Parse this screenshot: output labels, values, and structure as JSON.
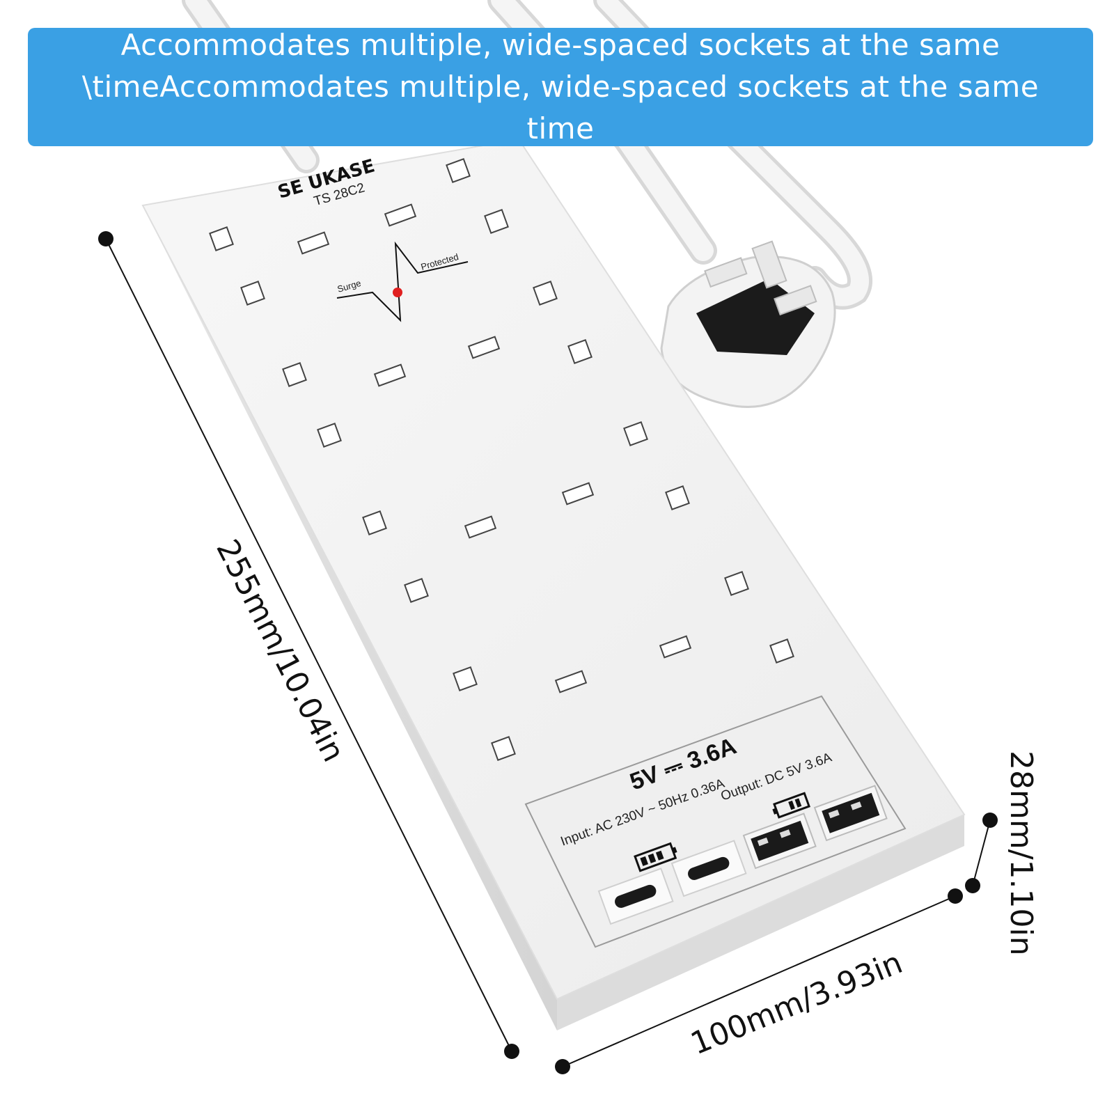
{
  "banner": {
    "text": "Accommodates multiple, wide-spaced sockets at the same \\timeAccommodates multiple, wide-spaced sockets at the same time"
  },
  "product": {
    "brand": "SE UKASE",
    "model": "TS 28C2",
    "surge_left": "Surge",
    "surge_right": "Protected",
    "output_rating": "5V ⎓ 3.6A",
    "input_label": "Input: AC 230V ~ 50Hz 0.36A",
    "output_label": "Output: DC 5V 3.6A"
  },
  "dimensions": {
    "length": "255mm/10.04in",
    "width": "100mm/3.93in",
    "height": "28mm/1.10in"
  },
  "colors": {
    "banner": "#3aa0e4",
    "body": "#f2f2f2",
    "indicator": "#e02020"
  }
}
